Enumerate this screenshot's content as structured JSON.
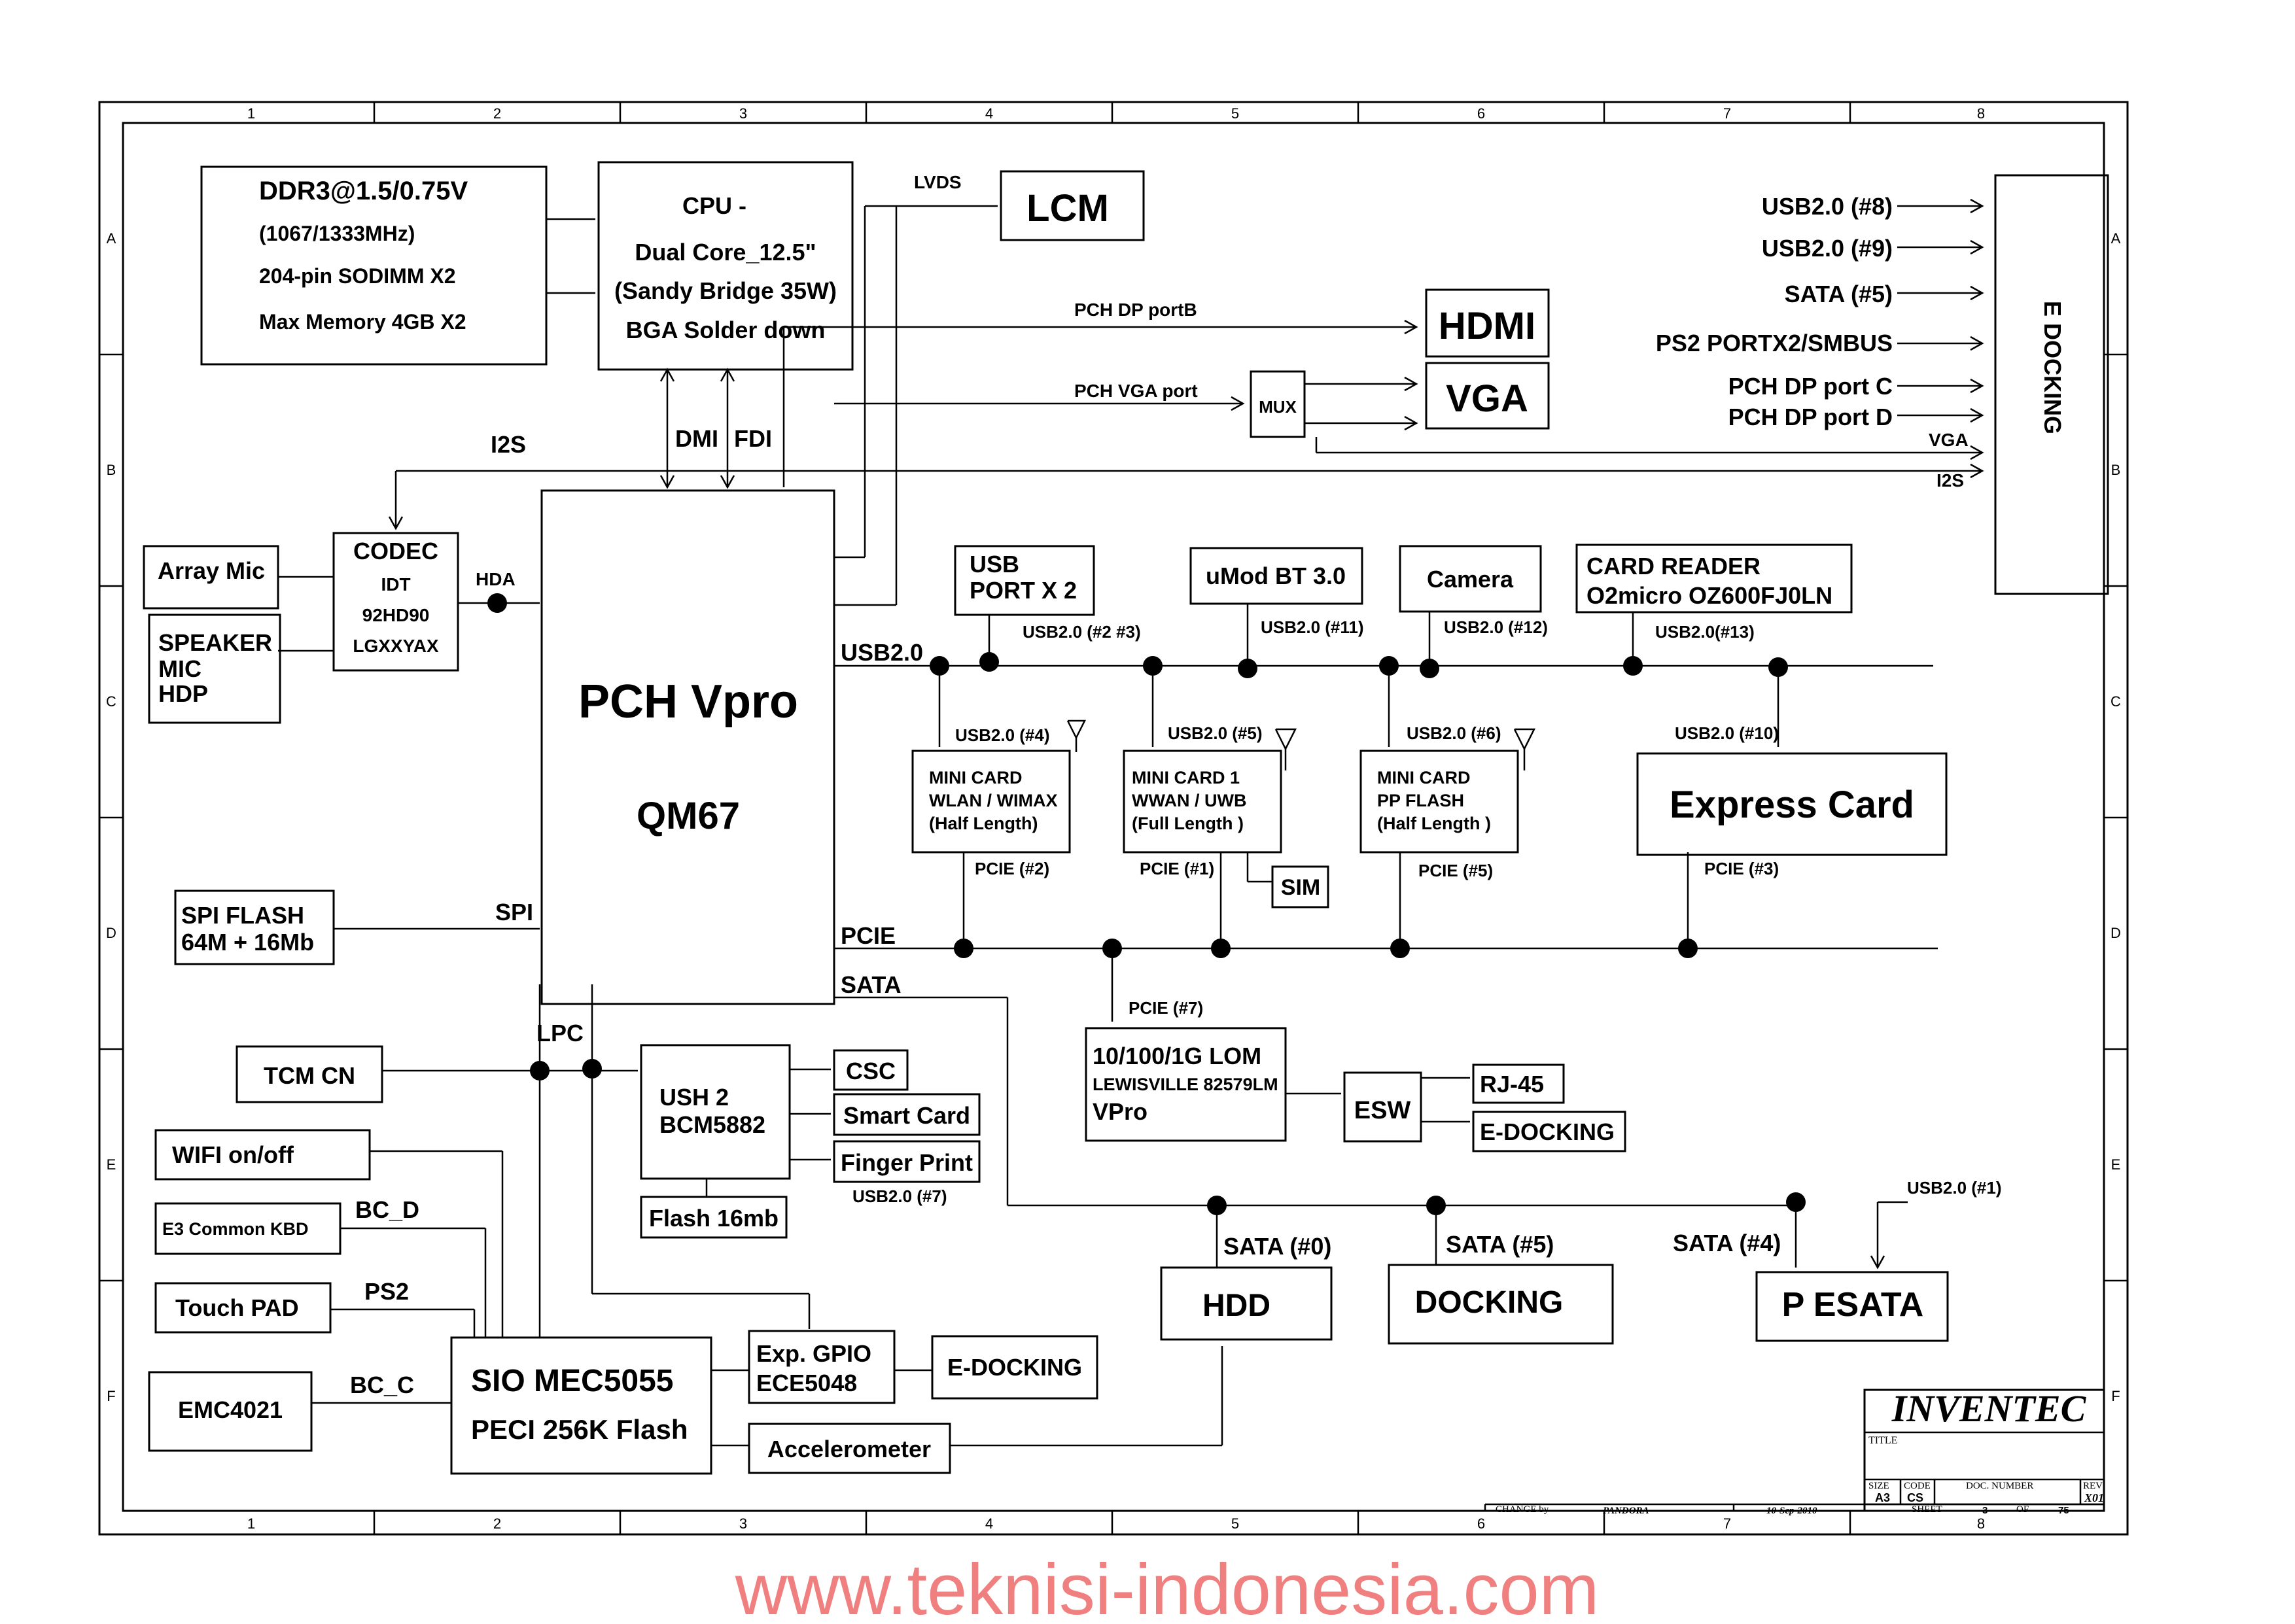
{
  "frame": {
    "columns": [
      "1",
      "2",
      "3",
      "4",
      "5",
      "6",
      "7",
      "8"
    ],
    "rows": [
      "A",
      "B",
      "C",
      "D",
      "E",
      "F"
    ]
  },
  "ddr": {
    "line1": "DDR3@1.5/0.75V",
    "line2": "(1067/1333MHz)",
    "line3": "204-pin SODIMM X2",
    "line4": "Max Memory 4GB X2"
  },
  "cpu": {
    "line1": "CPU -",
    "line2": "Dual Core_12.5\"",
    "line3": "(Sandy Bridge 35W)",
    "line4": "BGA Solder down"
  },
  "lcm": "LCM",
  "lvds": "LVDS",
  "hdmi": "HDMI",
  "vga": "VGA",
  "mux": "MUX",
  "pch_dp_portb": "PCH DP portB",
  "pch_vga_port": "PCH VGA port",
  "dmi": "DMI",
  "fdi": "FDI",
  "i2s": "I2S",
  "hda": "HDA",
  "pch": {
    "name": "PCH Vpro",
    "model": "QM67"
  },
  "array_mic": "Array Mic",
  "speaker": {
    "line1": "SPEAKER",
    "line2": "MIC",
    "line3": "HDP"
  },
  "codec": {
    "title": "CODEC",
    "line1": "IDT",
    "line2": "92HD90",
    "line3": "LGXXYAX"
  },
  "spi_flash": {
    "line1": "SPI  FLASH",
    "line2": "64M + 16Mb"
  },
  "spi": "SPI",
  "lpc": "LPC",
  "usb20": "USB2.0",
  "pcie": "PCIE",
  "sata": "SATA",
  "usb_port": {
    "line1": "USB",
    "line2": "PORT X 2",
    "label": "USB2.0 (#2 #3)"
  },
  "bt": {
    "name": "uMod BT 3.0",
    "label": "USB2.0 (#11)"
  },
  "camera": {
    "name": "Camera",
    "label": "USB2.0 (#12)"
  },
  "card_reader": {
    "line1": "CARD READER",
    "line2": "O2micro OZ600FJ0LN",
    "label": "USB2.0(#13)"
  },
  "minicard_wlan": {
    "line1": "MINI CARD",
    "line2": "WLAN / WIMAX",
    "line3": "(Half Length)",
    "usb": "USB2.0 (#4)",
    "pcie": "PCIE (#2)"
  },
  "minicard_wwan": {
    "line1": "MINI CARD 1",
    "line2": "WWAN / UWB",
    "line3": "(Full Length )",
    "usb": "USB2.0 (#5)",
    "pcie": "PCIE (#1)"
  },
  "minicard_pp": {
    "line1": "MINI CARD",
    "line2": "PP FLASH",
    "line3": "(Half Length )",
    "usb": "USB2.0 (#6)",
    "pcie": "PCIE (#5)"
  },
  "express_card": {
    "name": "Express Card",
    "usb": "USB2.0 (#10)",
    "pcie": "PCIE (#3)"
  },
  "sim": "SIM",
  "lom": {
    "line1": "10/100/1G LOM",
    "line2": "LEWISVILLE 82579LM",
    "line3": "VPro",
    "pcie": "PCIE (#7)"
  },
  "esw": "ESW",
  "rj45": "RJ-45",
  "edocking_lan": "E-DOCKING",
  "tcm": "TCM  CN",
  "ush": {
    "line1": "USH 2",
    "line2": "BCM5882"
  },
  "csc": "CSC",
  "smart_card": "Smart Card",
  "finger_print": "Finger Print",
  "finger_usb": "USB2.0 (#7)",
  "flash16": "Flash 16mb",
  "wifi": "WIFI on/off",
  "e3kbd": "E3 Common KBD",
  "bc_d": "BC_D",
  "touchpad": "Touch PAD",
  "ps2": "PS2",
  "emc": "EMC4021",
  "bc_c": "BC_C",
  "sio": {
    "line1": "SIO MEC5055",
    "line2": "PECI 256K Flash"
  },
  "expgpio": {
    "line1": "Exp. GPIO",
    "line2": "ECE5048"
  },
  "edocking_gpio": "E-DOCKING",
  "accel": "Accelerometer",
  "hdd": {
    "name": "HDD",
    "label": "SATA (#0)"
  },
  "docking": {
    "name": "DOCKING",
    "label": "SATA (#5)"
  },
  "pesata": {
    "name": "P ESATA",
    "label": "SATA (#4)",
    "usb": "USB2.0 (#1)"
  },
  "edock_panel": {
    "title": "E DOCKING",
    "signals": [
      "USB2.0 (#8)",
      "USB2.0 (#9)",
      "SATA (#5)",
      "PS2 PORTX2/SMBUS",
      "PCH DP port C",
      "PCH DP port D"
    ],
    "vga": "VGA",
    "i2s": "I2S"
  },
  "titleblock": {
    "company": "INVENTEC",
    "title_label": "TITLE",
    "size_label": "SIZE",
    "size": "A3",
    "code_label": "CODE",
    "code": "CS",
    "docnum_label": "DOC. NUMBER",
    "rev_label": "REV",
    "rev": "X01",
    "change_label": "CHANGE by",
    "change_by": "PANDORA",
    "date": "10-Sep-2010",
    "sheet_label": "SHEET",
    "sheet": "3",
    "of_label": "OF",
    "of": "75"
  },
  "watermark": "www.teknisi-indonesia.com"
}
